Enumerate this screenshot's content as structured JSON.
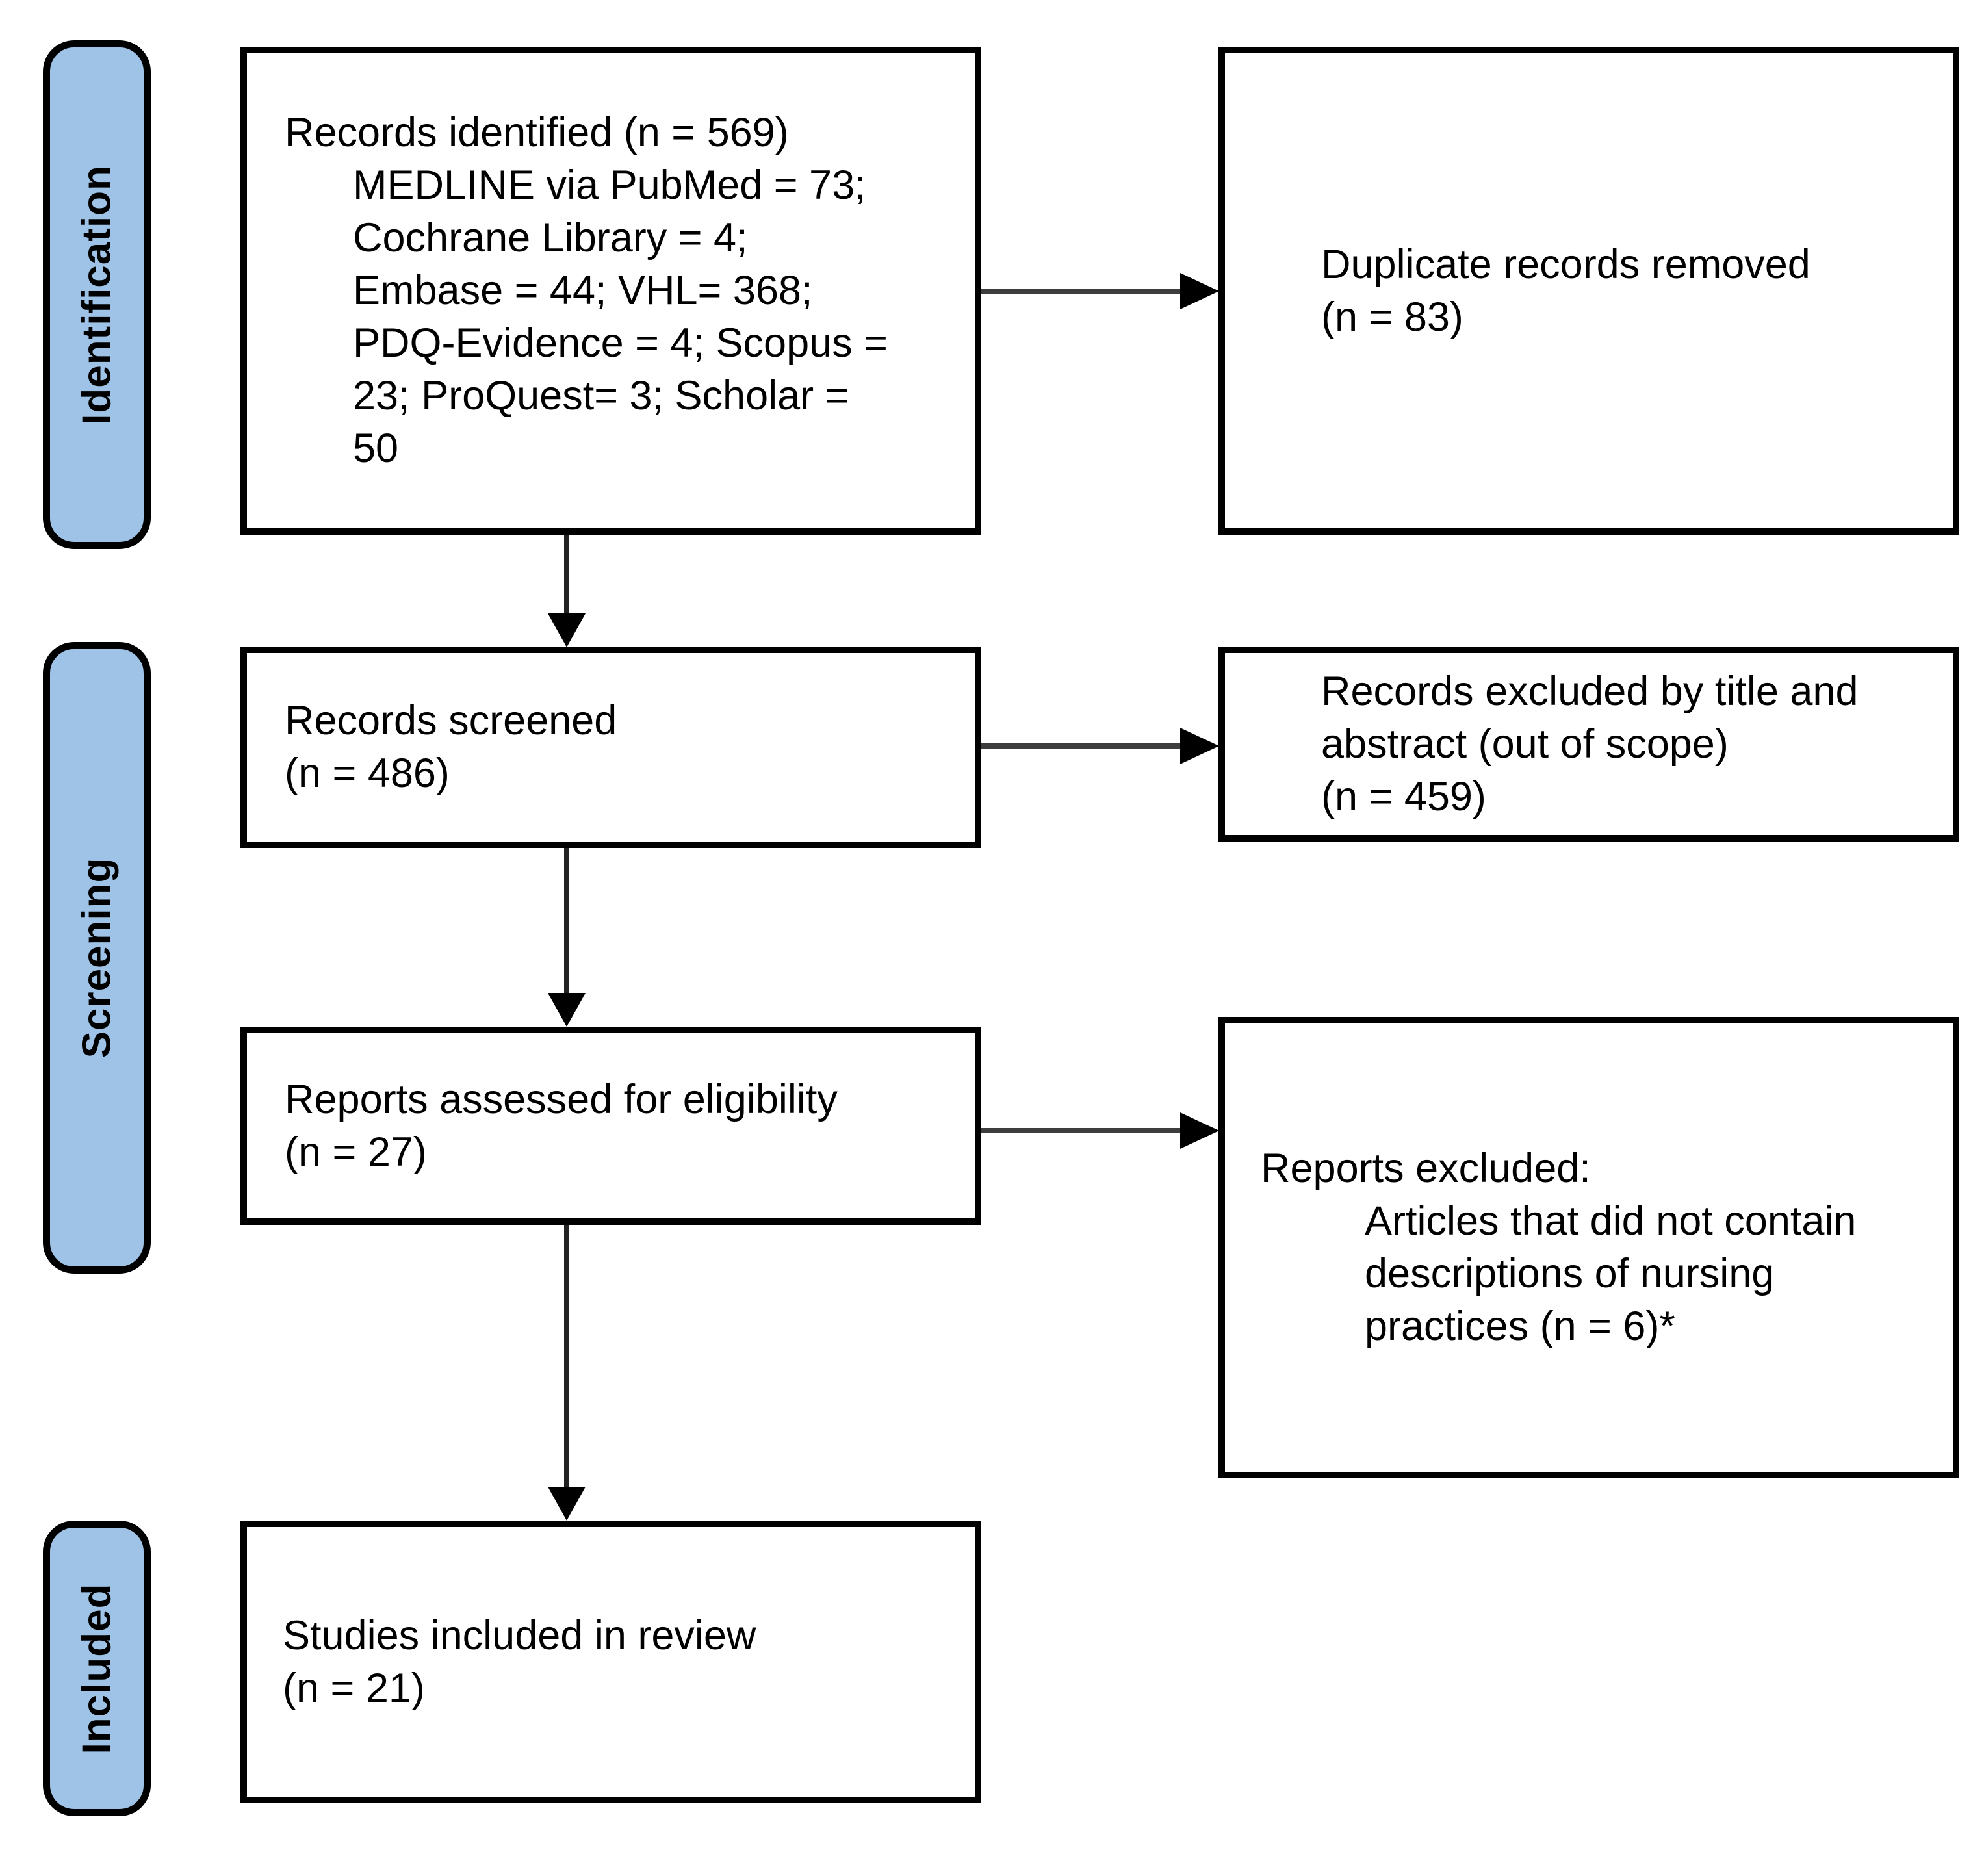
{
  "stages": [
    {
      "id": "identification",
      "label": "Identification"
    },
    {
      "id": "screening",
      "label": "Screening"
    },
    {
      "id": "included",
      "label": "Included"
    }
  ],
  "boxes": {
    "records_identified": {
      "lines": [
        "Records identified (n = 569)",
        "MEDLINE via PubMed = 73;",
        "Cochrane Library = 4;",
        "Embase = 44; VHL= 368;",
        "PDQ-Evidence = 4; Scopus =",
        "23; ProQuest= 3; Scholar =",
        "50"
      ]
    },
    "duplicates_removed": {
      "lines": [
        "Duplicate records removed",
        "(n = 83)"
      ]
    },
    "records_screened": {
      "lines": [
        "Records screened",
        "(n = 486)"
      ]
    },
    "records_excluded_title_abstract": {
      "lines": [
        "Records excluded by title and",
        "abstract (out of scope)",
        "(n = 459)"
      ]
    },
    "reports_assessed": {
      "lines": [
        "Reports assessed for eligibility",
        "(n = 27)"
      ]
    },
    "reports_excluded": {
      "lines": [
        "Reports excluded:",
        "Articles that did not contain",
        "descriptions of nursing",
        "practices (n = 6)*"
      ]
    },
    "studies_included": {
      "lines": [
        "Studies included in review",
        "(n = 21)"
      ]
    }
  },
  "colors": {
    "stage_fill": "#9EC3E7",
    "border": "#000000",
    "box_fill": "#FFFFFF",
    "arrow": "#000000"
  }
}
